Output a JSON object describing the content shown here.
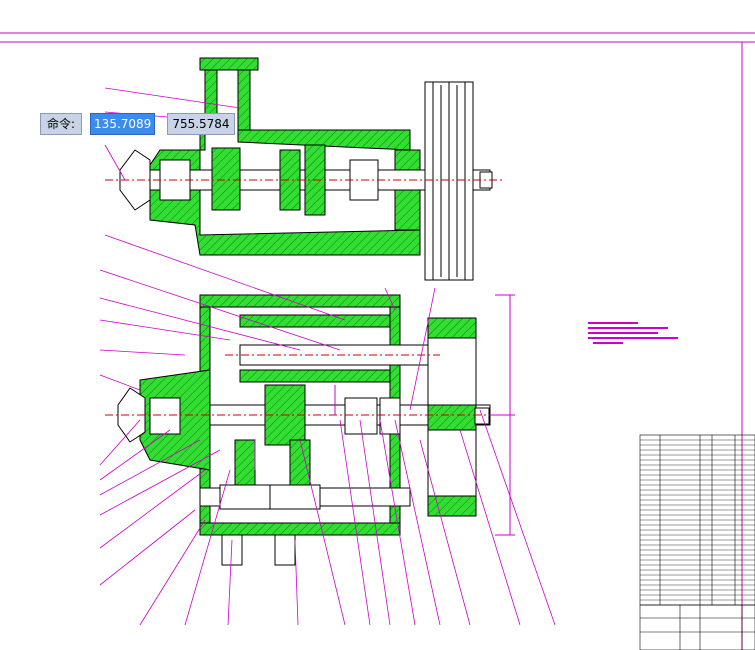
{
  "command_bar": {
    "label": "命令:",
    "x_value": "135.7089",
    "y_value": "755.5784"
  },
  "colors": {
    "body_fill": "#33dd33",
    "outline": "#000000",
    "leader": "#cc00cc",
    "center": "#cc0000",
    "dimension": "#cc00cc"
  }
}
